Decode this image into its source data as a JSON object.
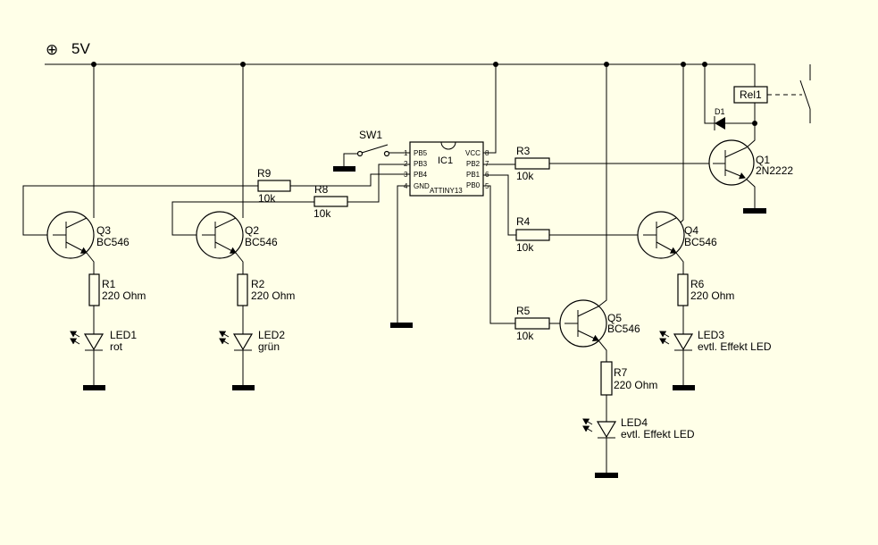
{
  "colors": {
    "background": "#FFFFE8",
    "ink": "#000000"
  },
  "supply": {
    "symbol": "⊕",
    "label": "5V"
  },
  "ic": {
    "name": "IC1",
    "part": "ATTINY13",
    "left_pins": [
      {
        "num": "1",
        "name": "PB5"
      },
      {
        "num": "2",
        "name": "PB3"
      },
      {
        "num": "3",
        "name": "PB4"
      },
      {
        "num": "4",
        "name": "GND"
      }
    ],
    "right_pins": [
      {
        "num": "8",
        "name": "VCC"
      },
      {
        "num": "7",
        "name": "PB2"
      },
      {
        "num": "6",
        "name": "PB1"
      },
      {
        "num": "5",
        "name": "PB0"
      }
    ]
  },
  "switch": {
    "name": "SW1"
  },
  "relay": {
    "name": "Rel1"
  },
  "diode": {
    "name": "D1"
  },
  "transistors": [
    {
      "name": "Q1",
      "type": "2N2222"
    },
    {
      "name": "Q2",
      "type": "BC546"
    },
    {
      "name": "Q3",
      "type": "BC546"
    },
    {
      "name": "Q4",
      "type": "BC546"
    },
    {
      "name": "Q5",
      "type": "BC546"
    }
  ],
  "resistors": [
    {
      "name": "R1",
      "value": "220 Ohm"
    },
    {
      "name": "R2",
      "value": "220 Ohm"
    },
    {
      "name": "R3",
      "value": "10k"
    },
    {
      "name": "R4",
      "value": "10k"
    },
    {
      "name": "R5",
      "value": "10k"
    },
    {
      "name": "R6",
      "value": "220 Ohm"
    },
    {
      "name": "R7",
      "value": "220 Ohm"
    },
    {
      "name": "R8",
      "value": "10k"
    },
    {
      "name": "R9",
      "value": "10k"
    }
  ],
  "leds": [
    {
      "name": "LED1",
      "note": "rot"
    },
    {
      "name": "LED2",
      "note": "grün"
    },
    {
      "name": "LED3",
      "note": "evtl. Effekt LED"
    },
    {
      "name": "LED4",
      "note": "evtl. Effekt LED"
    }
  ]
}
